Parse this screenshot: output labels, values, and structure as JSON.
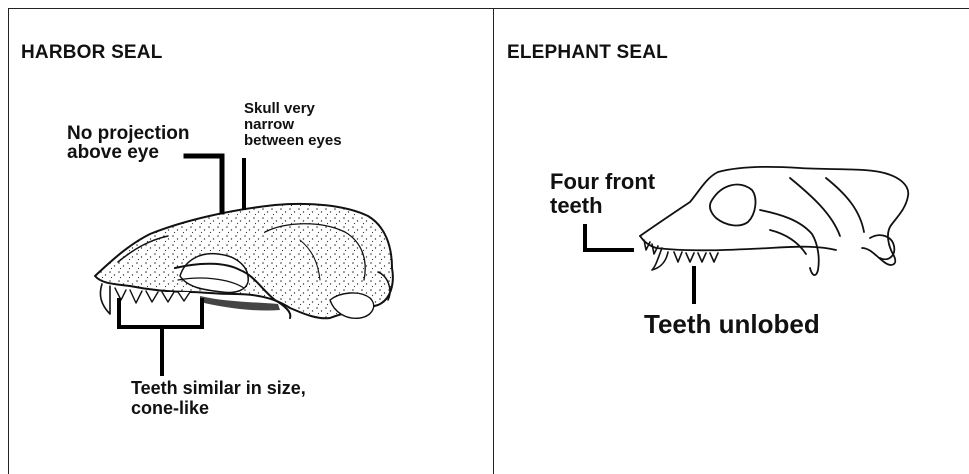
{
  "harbor": {
    "title": "HARBOR SEAL",
    "labels": {
      "no_projection": [
        "No projection",
        "above eye"
      ],
      "skull_narrow": [
        "Skull very",
        "narrow",
        "between eyes"
      ],
      "teeth_similar": [
        "Teeth similar in size,",
        "cone-like"
      ]
    }
  },
  "elephant": {
    "title": "ELEPHANT SEAL",
    "labels": {
      "four_front": [
        "Four front",
        "teeth"
      ],
      "teeth_unlobed": [
        "Teeth unlobed"
      ]
    }
  }
}
